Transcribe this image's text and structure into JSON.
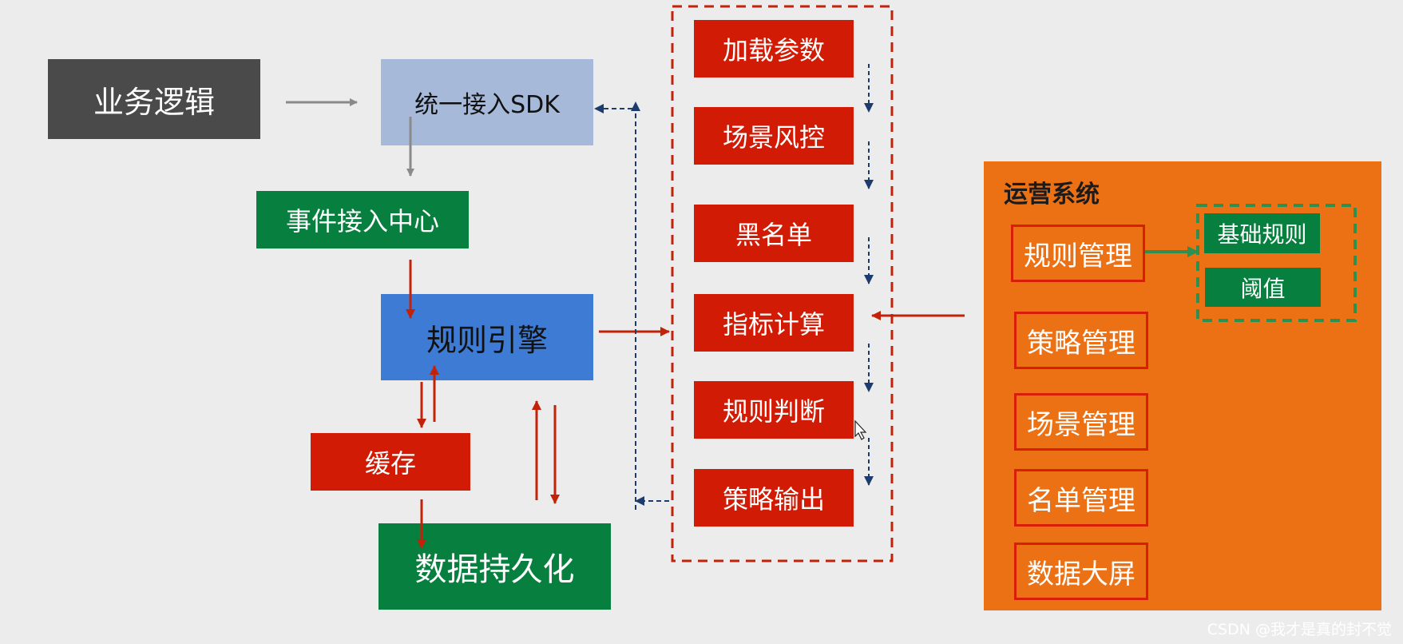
{
  "colors": {
    "background": "#ececec",
    "dark_gray": "#4a4a4a",
    "light_blue": "#a6b9d9",
    "blue": "#3d7bd4",
    "green": "#07803f",
    "red": "#d21b05",
    "orange": "#ec7114",
    "arrow_gray": "#8a8a8a",
    "arrow_red": "#c3220a",
    "arrow_navy": "#1e3b6d",
    "arrow_green": "#2e8f4e"
  },
  "nodes": {
    "business_logic": "业务逻辑",
    "unified_sdk": "统一接入SDK",
    "event_center": "事件接入中心",
    "rule_engine": "规则引擎",
    "cache": "缓存",
    "persistence": "数据持久化"
  },
  "pipeline": {
    "steps": [
      "加载参数",
      "场景风控",
      "黑名单",
      "指标计算",
      "规则判断",
      "策略输出"
    ]
  },
  "ops_system": {
    "title": "运营系统",
    "items": [
      "规则管理",
      "策略管理",
      "场景管理",
      "名单管理",
      "数据大屏"
    ],
    "rule_sub_items": [
      "基础规则",
      "阈值"
    ]
  },
  "watermark": "CSDN @我才是真的封不觉"
}
